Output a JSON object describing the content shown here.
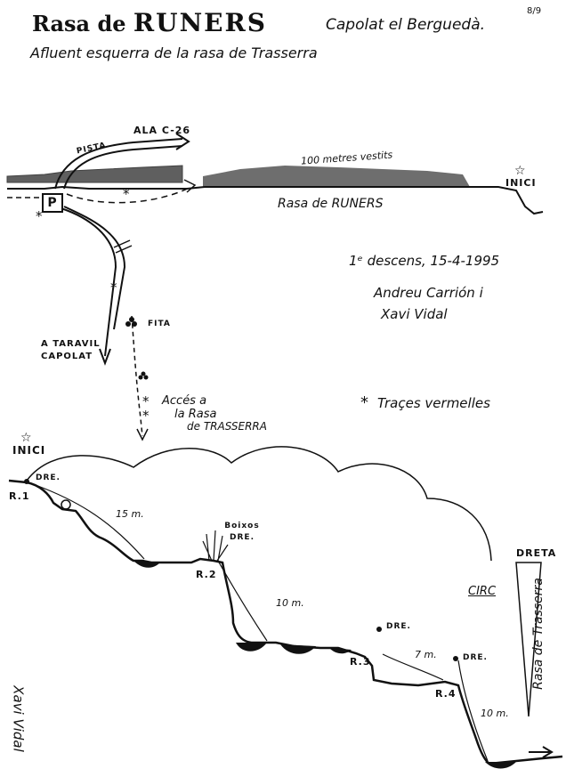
{
  "page_number": "8/9",
  "title": {
    "prefix": "Rasa de",
    "name": "RUNERS"
  },
  "region": "Capolat el Berguedà.",
  "subtitle": "Afluent esquerra de la rasa de Trasserra",
  "map": {
    "road_label": "ALA C-26",
    "track_label": "PISTA",
    "vegetation_label": "100 metres vestits",
    "stream_label": "Rasa de RUNERS",
    "start_label": "INICI",
    "parking_label": "P",
    "direction_label_1": "A TARAVIL",
    "direction_label_2": "CAPOLAT",
    "cairn_label": "FITA",
    "access_label_1": "Accés a",
    "access_label_2": "la Rasa",
    "access_label_3": "de TRASSERRA"
  },
  "info": {
    "first_descent": "1ᵉ descens, 15-4-1995",
    "author_1": "Andreu Carrión i",
    "author_2": "Xavi Vidal",
    "legend_marker": "*",
    "legend_text": "Traçes vermelles"
  },
  "profile": {
    "start_label": "INICI",
    "anchors": [
      {
        "name": "R.1",
        "anchor": "DRE.",
        "drop": "15 m."
      },
      {
        "name": "R.2",
        "anchor": "Boixos DRE.",
        "drop": "10 m."
      },
      {
        "name": "R.3",
        "anchor": "DRE.",
        "drop": "7 m."
      },
      {
        "name": "R.4",
        "anchor": "DRE.",
        "drop": "10 m."
      }
    ],
    "circ_label": "CIRC",
    "right_label": "DRETA",
    "trasserra_label": "Rasa de Trasserra"
  },
  "signature": "Xavi Vidal"
}
